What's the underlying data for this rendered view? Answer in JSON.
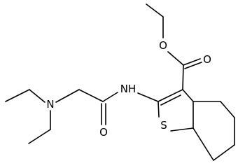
{
  "structure": {
    "atoms": {
      "o_ester": "O",
      "o_carbonyl_ester": "O",
      "nh": "NH",
      "n_amine": "N",
      "o_amide": "O",
      "s_ring": "S"
    },
    "colors": {
      "bond": "#000000",
      "label": "#000000",
      "background": "#ffffff"
    }
  }
}
